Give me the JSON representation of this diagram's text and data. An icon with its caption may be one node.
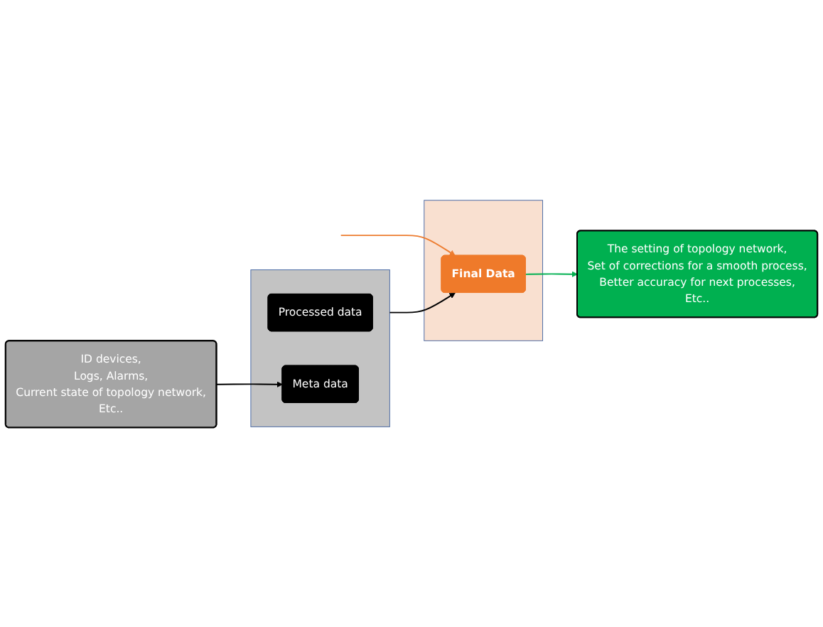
{
  "diagram": {
    "nodes": [
      {
        "text": [
          "ID devices,",
          "Logs, Alarms,",
          "Current state of topology network,",
          "Etc.."
        ]
      },
      {
        "text": [],
        "shape": "box"
      },
      {
        "text": [
          "Processed data"
        ],
        "in": 1
      },
      {
        "text": [
          "Meta data"
        ],
        "in": 1
      },
      {
        "text": [],
        "shape": "box"
      },
      {
        "text": [
          "Final Data"
        ],
        "in": 4
      },
      {
        "text": [
          "The setting of topology network,",
          "Set of corrections for a smooth process,",
          "Better accuracy for next processes,",
          "Etc.."
        ]
      }
    ],
    "edges": [
      {
        "from": 0,
        "to": 3,
        "arrow": "to"
      },
      {
        "from": 1,
        "to": 5,
        "arrow": "to"
      },
      {
        "from": null,
        "to": 5,
        "arrow": "to",
        "color": "#ed7d31"
      },
      {
        "from": 5,
        "to": 6,
        "arrow": "to",
        "color": "#00b050"
      }
    ]
  }
}
